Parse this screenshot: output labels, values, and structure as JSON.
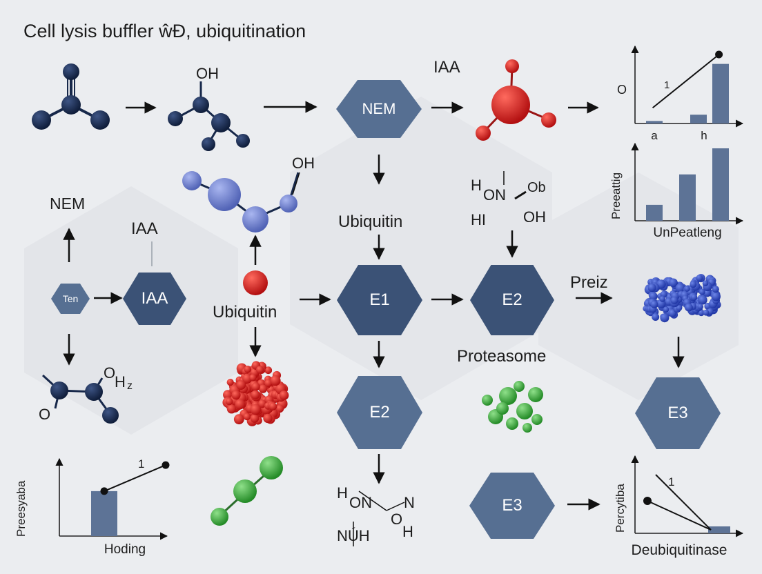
{
  "title": "Cell lysis buffler ŵƉ, ubiquitination",
  "colors": {
    "node": "#566f92",
    "node_dark": "#3b5276",
    "atom_navy": "#17284a",
    "atom_red": "#cc1f1f",
    "atom_blue": "#6b7fc8",
    "atom_green": "#3aa63a",
    "bar": "#5d7396"
  },
  "nodes": {
    "nem_top": "NEM",
    "e1": "E1",
    "e2_mid": "E2",
    "e2_low": "E2",
    "e3_right": "E3",
    "e3_bottom": "E3",
    "iaa_left": "IAA",
    "ten": "Ten"
  },
  "labels": {
    "iaa_top": "IAA",
    "nem_left": "NEM",
    "iaa_left": "IAA",
    "ubiquitin_center": "Ubiquitin",
    "ubiquitin_left": "Ubiquitin",
    "proteasome": "Proteasome",
    "preiz": "Preiz",
    "oh_top": "OH",
    "oh_blue": "OH",
    "oh_left_o": "O",
    "oh_left_h": "H",
    "oh_left_sub": "z",
    "o_left": "O",
    "formula_top_h": "H",
    "formula_top_on": "ON",
    "formula_top_ob": "Ob",
    "formula_top_hi": "HI",
    "formula_top_oh": "OH",
    "formula_bot_h": "H",
    "formula_bot_on": "ON",
    "formula_bot_n": "N",
    "formula_bot_o": "O",
    "formula_bot_h2": "H",
    "formula_bot_nuh": "NÚH"
  },
  "chart_data": [
    {
      "type": "bar",
      "categories": [
        "a",
        "",
        "h",
        ""
      ],
      "values": [
        4,
        0,
        14,
        95
      ],
      "ylabel": "O",
      "annotations": [
        "1"
      ],
      "line_overlay": {
        "from": [
          0.1,
          25
        ],
        "to": [
          1.1,
          110
        ]
      }
    },
    {
      "type": "bar",
      "categories": [
        "",
        "",
        ""
      ],
      "values": [
        22,
        64,
        100
      ],
      "ylabel": "Preeattig",
      "xlabel": "UnPeatleng"
    },
    {
      "type": "bar",
      "categories": [
        ""
      ],
      "values": [
        62
      ],
      "ylabel": "Preesyaba",
      "xlabel": "Hoding",
      "annotations": [
        "1"
      ],
      "line_overlay": {
        "from": [
          0,
          62
        ],
        "to": [
          1,
          98
        ]
      }
    },
    {
      "type": "line",
      "ylabel": "Percytiba",
      "xlabel": "Deubiquitinase",
      "annotations": [
        "1"
      ],
      "values": [
        10
      ]
    }
  ]
}
